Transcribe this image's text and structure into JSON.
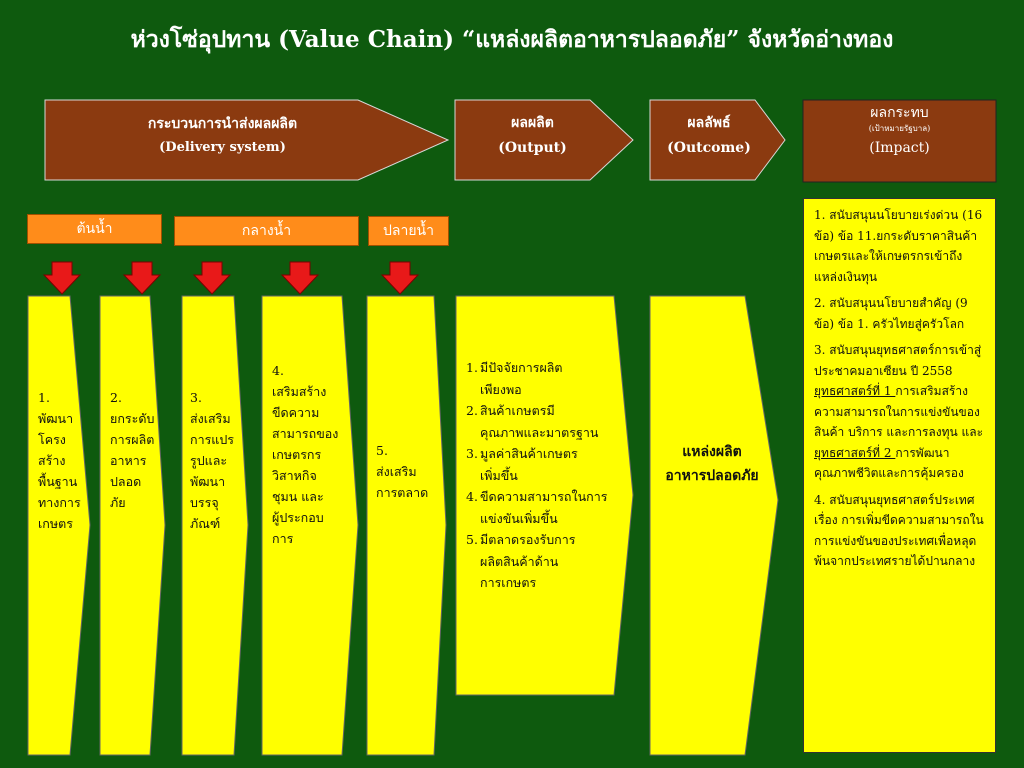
{
  "title": "ห่วงโซ่อุปทาน (Value Chain) “แหล่งผลิตอาหารปลอดภัย” จังหวัดอ่างทอง",
  "colors": {
    "background": "#0e5a0e",
    "header_fill": "#8b3a10",
    "stage_fill": "#ff8c1a",
    "column_fill": "#ffff00",
    "arrow": "#e81919"
  },
  "headers": {
    "delivery": {
      "label": "กระบวนการนำส่งผลผลิต",
      "sub": "(Delivery system)"
    },
    "output": {
      "label": "ผลผลิต",
      "sub": "(Output)"
    },
    "outcome": {
      "label": "ผลลัพธ์",
      "sub": "(Outcome)"
    },
    "impact": {
      "label": "ผลกระทบ",
      "note": "(เป้าหมายรัฐบาล)",
      "sub": "(Impact)"
    }
  },
  "stages": {
    "upstream": "ต้นน้ำ",
    "midstream": "กลางน้ำ",
    "downstream": "ปลายน้ำ"
  },
  "columns": [
    {
      "lines": [
        "1.",
        "พัฒนา",
        "โครง",
        "สร้าง",
        "พื้นฐาน",
        "ทางการ",
        "เกษตร"
      ]
    },
    {
      "lines": [
        "2.",
        "ยกระดับ",
        "การผลิต",
        "อาหาร",
        "ปลอด",
        "ภัย"
      ]
    },
    {
      "lines": [
        "3.",
        "ส่งเสริม",
        "การแปร",
        "รูปและ",
        "พัฒนา",
        "บรรจุ",
        "ภัณฑ์"
      ]
    },
    {
      "lines": [
        "4.",
        "เสริมสร้าง",
        "ขีดความ",
        "สามารถของ",
        "เกษตรกร",
        "วิสาหกิจ",
        "ชุมน และ",
        "ผู้ประกอบ",
        "การ"
      ]
    },
    {
      "lines": [
        "5.",
        "ส่งเสริม",
        "การตลาด"
      ]
    }
  ],
  "outputs": [
    {
      "num": "1.",
      "lines": [
        "มีปัจจัยการผลิต",
        "เพียงพอ"
      ]
    },
    {
      "num": "2.",
      "lines": [
        "สินค้าเกษตรมี",
        "คุณภาพและมาตรฐาน"
      ]
    },
    {
      "num": "3.",
      "lines": [
        "มูลค่าสินค้าเกษตร",
        "เพิ่มขึ้น"
      ]
    },
    {
      "num": "4.",
      "lines": [
        "ขีดความสามารถในการ",
        "แข่งขันเพิ่มขึ้น"
      ]
    },
    {
      "num": "5.",
      "lines": [
        "มีตลาดรองรับการ",
        "ผลิตสินค้าด้าน",
        "การเกษตร"
      ]
    }
  ],
  "outcome_text": [
    "แหล่งผลิต",
    "อาหารปลอดภัย"
  ],
  "impacts": {
    "p1": "1. สนับสนุนนโยบายเร่งด่วน (16 ข้อ)  ข้อ 11.ยกระดับราคาสินค้าเกษตรและให้เกษตรกรเข้าถึงแหล่งเงินทุน",
    "p2": "2. สนับสนุนนโยบายสำคัญ (9 ข้อ)  ข้อ 1. ครัวไทยสู่ครัวโลก",
    "p3_a": "3. สนับสนุนยุทธศาสตร์การเข้าสู่ประชาคมอาเซียน ปี 2558 ",
    "p3_u1": "ยุทธศาสตร์ที่ 1 ",
    "p3_b": "การเสริมสร้างความสามารถในการแข่งขันของสินค้า บริการ และการลงทุน  และ ",
    "p3_u2": "ยุทธศาสตร์ที่ 2 ",
    "p3_c": " การพัฒนาคุณภาพชีวิตและการคุ้มครอง",
    "p4": "4. สนับสนุนยุทธศาสตร์ประเทศ  เรื่อง การเพิ่มขีดความสามารถในการแข่งขันของประเทศเพื่อหลุดพ้นจากประเทศรายได้ปานกลาง"
  }
}
